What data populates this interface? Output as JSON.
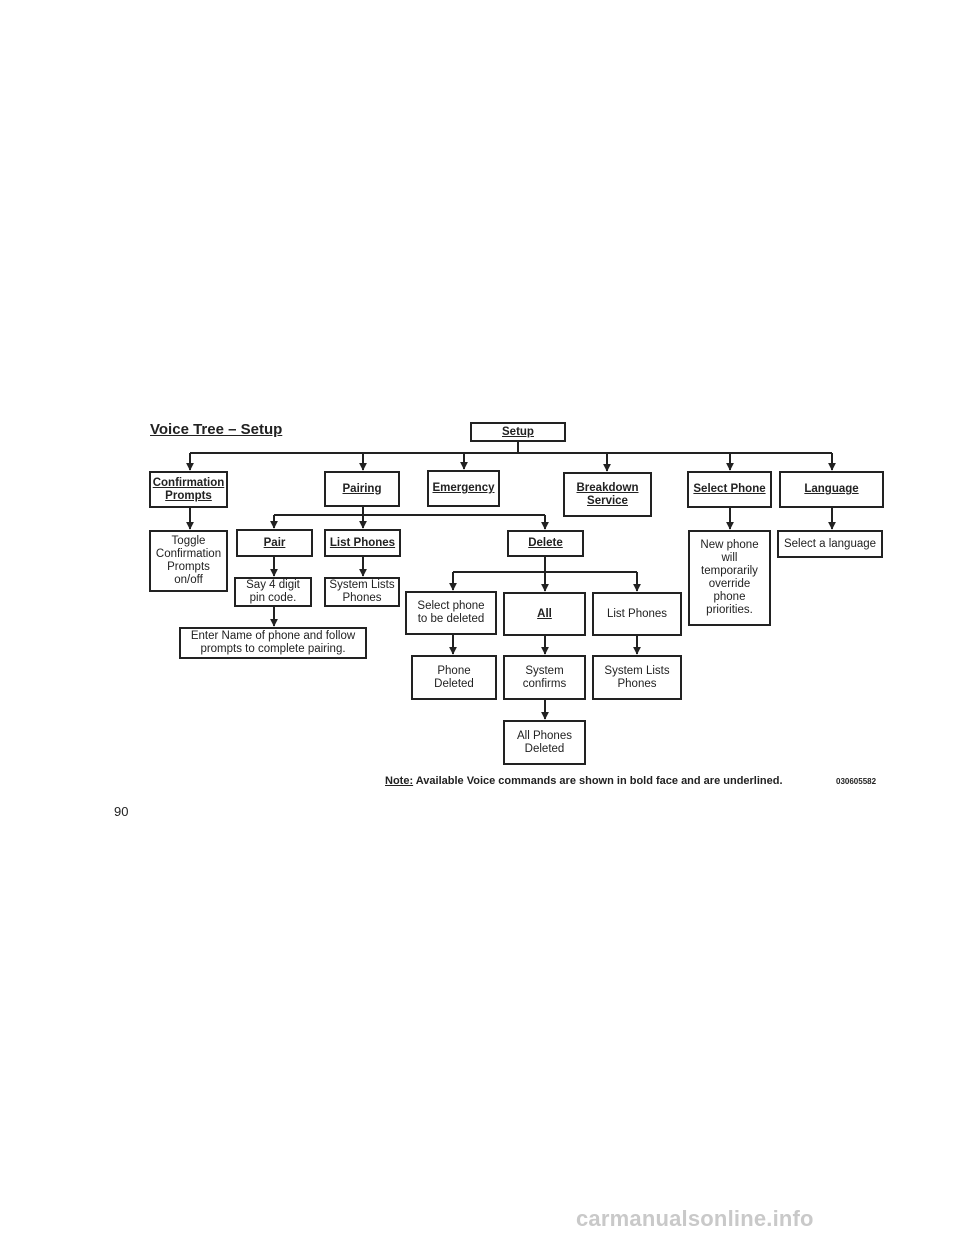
{
  "title": "Voice Tree – Setup",
  "nodes": {
    "setup": "Setup",
    "confirmation_prompts": "Confirmation\nPrompts",
    "pairing": "Pairing",
    "emergency": "Emergency",
    "breakdown_service": "Breakdown\nService",
    "select_phone": "Select Phone",
    "language": "Language",
    "toggle_confirmation": "Toggle\nConfirmation\nPrompts\non/off",
    "pair": "Pair",
    "list_phones": "List Phones",
    "delete": "Delete",
    "new_phone_override": "New phone\nwill\ntemporarily\noverride\nphone\npriorities.",
    "select_a_language": "Select a language",
    "say_pin": "Say 4 digit\npin code.",
    "system_lists_phones_1": "System Lists\nPhones",
    "enter_name": "Enter Name of phone and follow\nprompts to complete pairing.",
    "select_phone_deleted": "Select phone\nto be deleted",
    "all": "All",
    "delete_list_phones": "List Phones",
    "phone_deleted": "Phone Deleted",
    "system_confirms": "System\nconfirms",
    "system_lists_phones_2": "System Lists\nPhones",
    "all_phones_deleted": "All Phones\nDeleted"
  },
  "note": {
    "label": "Note:",
    "text": "Available Voice commands are shown in bold face and are underlined."
  },
  "figure_id": "030605582",
  "page_number": "90",
  "watermark": "carmanualsonline.info"
}
